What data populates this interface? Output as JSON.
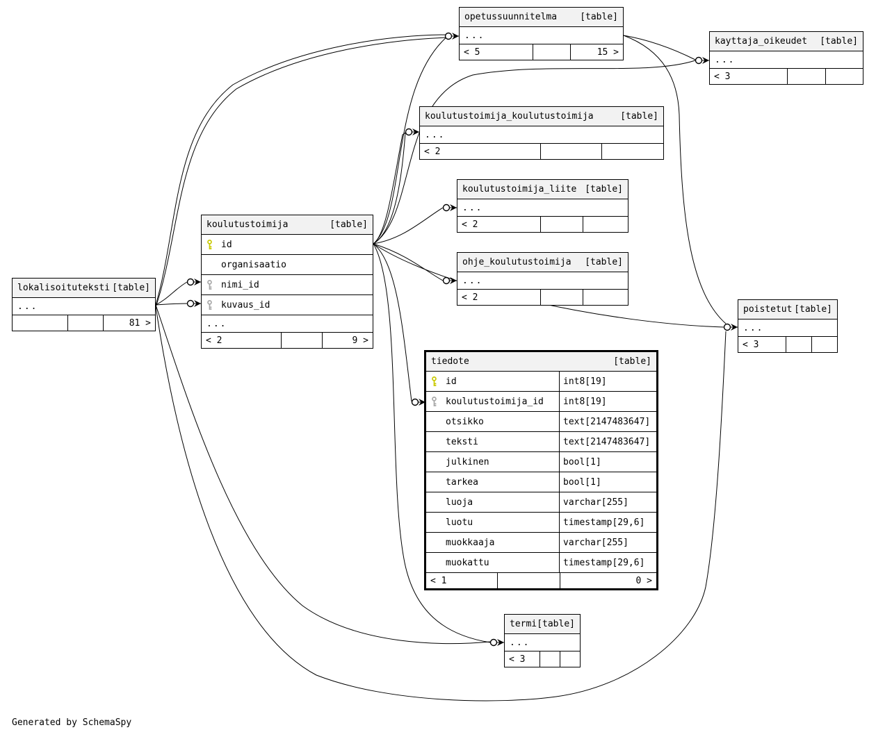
{
  "generated_note": "Generated by SchemaSpy",
  "colors": {
    "header_bg": "#f2f2f2",
    "border": "#000000",
    "primary_key_icon": "#c9c900",
    "foreign_key_icon": "#a8a8a8",
    "edge": "#000000"
  },
  "tables": [
    {
      "id": "opetussuunnitelma",
      "name": "opetussuunnitelma",
      "type_label": "[table]",
      "columns": [],
      "ellipsis": "...",
      "footer": [
        "< 5",
        "",
        "15 >"
      ]
    },
    {
      "id": "kayttaja_oikeudet",
      "name": "kayttaja_oikeudet",
      "type_label": "[table]",
      "columns": [],
      "ellipsis": "...",
      "footer": [
        "< 3",
        "",
        ""
      ]
    },
    {
      "id": "koulutustoimija_koulutustoimija",
      "name": "koulutustoimija_koulutustoimija",
      "type_label": "[table]",
      "columns": [],
      "ellipsis": "...",
      "footer": [
        "< 2",
        "",
        ""
      ]
    },
    {
      "id": "koulutustoimija_liite",
      "name": "koulutustoimija_liite",
      "type_label": "[table]",
      "columns": [],
      "ellipsis": "...",
      "footer": [
        "< 2",
        "",
        ""
      ]
    },
    {
      "id": "ohje_koulutustoimija",
      "name": "ohje_koulutustoimija",
      "type_label": "[table]",
      "columns": [],
      "ellipsis": "...",
      "footer": [
        "< 2",
        "",
        ""
      ]
    },
    {
      "id": "koulutustoimija",
      "name": "koulutustoimija",
      "type_label": "[table]",
      "columns": [
        {
          "key": "pk",
          "name": "id",
          "type": ""
        },
        {
          "key": "",
          "name": "organisaatio",
          "type": ""
        },
        {
          "key": "fk",
          "name": "nimi_id",
          "type": ""
        },
        {
          "key": "fk",
          "name": "kuvaus_id",
          "type": ""
        }
      ],
      "ellipsis": "...",
      "footer": [
        "< 2",
        "",
        "9 >"
      ]
    },
    {
      "id": "lokalisoituteksti",
      "name": "lokalisoituteksti",
      "type_label": "[table]",
      "columns": [],
      "ellipsis": "...",
      "footer": [
        "",
        "",
        "81 >"
      ]
    },
    {
      "id": "poistetut",
      "name": "poistetut",
      "type_label": "[table]",
      "columns": [],
      "ellipsis": "...",
      "footer": [
        "< 3",
        "",
        ""
      ]
    },
    {
      "id": "tiedote",
      "name": "tiedote",
      "type_label": "[table]",
      "focus": true,
      "columns": [
        {
          "key": "pk",
          "name": "id",
          "type": "int8[19]"
        },
        {
          "key": "fk",
          "name": "koulutustoimija_id",
          "type": "int8[19]"
        },
        {
          "key": "",
          "name": "otsikko",
          "type": "text[2147483647]"
        },
        {
          "key": "",
          "name": "teksti",
          "type": "text[2147483647]"
        },
        {
          "key": "",
          "name": "julkinen",
          "type": "bool[1]"
        },
        {
          "key": "",
          "name": "tarkea",
          "type": "bool[1]"
        },
        {
          "key": "",
          "name": "luoja",
          "type": "varchar[255]"
        },
        {
          "key": "",
          "name": "luotu",
          "type": "timestamp[29,6]"
        },
        {
          "key": "",
          "name": "muokkaaja",
          "type": "varchar[255]"
        },
        {
          "key": "",
          "name": "muokattu",
          "type": "timestamp[29,6]"
        }
      ],
      "ellipsis": "",
      "footer": [
        "< 1",
        "",
        "0 >"
      ]
    },
    {
      "id": "termi",
      "name": "termi",
      "type_label": "[table]",
      "columns": [],
      "ellipsis": "...",
      "footer": [
        "< 3",
        "",
        ""
      ]
    }
  ],
  "relationships": [
    {
      "id": "e1",
      "from": "koulutustoimija",
      "to": "opetussuunnitelma"
    },
    {
      "id": "e2",
      "from": "koulutustoimija",
      "to": "kayttaja_oikeudet"
    },
    {
      "id": "e3",
      "from": "koulutustoimija",
      "to": "koulutustoimija_koulutustoimija"
    },
    {
      "id": "e4",
      "from": "koulutustoimija",
      "to": "koulutustoimija_koulutustoimija"
    },
    {
      "id": "e5",
      "from": "koulutustoimija",
      "to": "koulutustoimija_liite"
    },
    {
      "id": "e6",
      "from": "koulutustoimija",
      "to": "ohje_koulutustoimija"
    },
    {
      "id": "e7",
      "from": "koulutustoimija",
      "to": "tiedote.koulutustoimija_id"
    },
    {
      "id": "e8",
      "from": "koulutustoimija",
      "to": "termi"
    },
    {
      "id": "e9",
      "from": "koulutustoimija",
      "to": "poistetut"
    },
    {
      "id": "e10",
      "from": "lokalisoituteksti",
      "to": "koulutustoimija.nimi_id"
    },
    {
      "id": "e11",
      "from": "lokalisoituteksti",
      "to": "koulutustoimija.kuvaus_id"
    },
    {
      "id": "e12",
      "from": "lokalisoituteksti",
      "to": "opetussuunnitelma"
    },
    {
      "id": "e13",
      "from": "lokalisoituteksti",
      "to": "opetussuunnitelma"
    },
    {
      "id": "e14",
      "from": "lokalisoituteksti",
      "to": "termi"
    },
    {
      "id": "e15",
      "from": "lokalisoituteksti",
      "to": "poistetut"
    },
    {
      "id": "e16",
      "from": "opetussuunnitelma",
      "to": "kayttaja_oikeudet"
    },
    {
      "id": "e17",
      "from": "opetussuunnitelma",
      "to": "poistetut"
    }
  ]
}
